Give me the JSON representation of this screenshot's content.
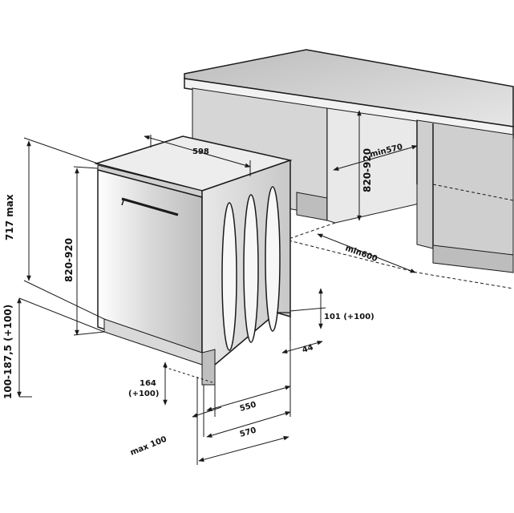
{
  "dimensions": {
    "appliance_width": "598",
    "niche_height": "820-920",
    "niche_width_min": "min570",
    "niche_depth_min": "min600",
    "appliance_height_max": "717 max",
    "appliance_height_range": "820-920",
    "plinth_height": "100-187,5 (+100)",
    "gap_101": "101 (+100)",
    "gap_44": "44",
    "door_164": "164",
    "door_164_plus": "(+100)",
    "depth_550": "550",
    "depth_570": "570",
    "max_100": "max 100"
  },
  "colors": {
    "line": "#1a1a1a",
    "cabinet_front": "#dcdcdc",
    "cabinet_side": "#c4c4c4",
    "counter_top": "#cfcfcf",
    "appliance_front": "#ececec",
    "appliance_side": "#d0d0d0"
  }
}
